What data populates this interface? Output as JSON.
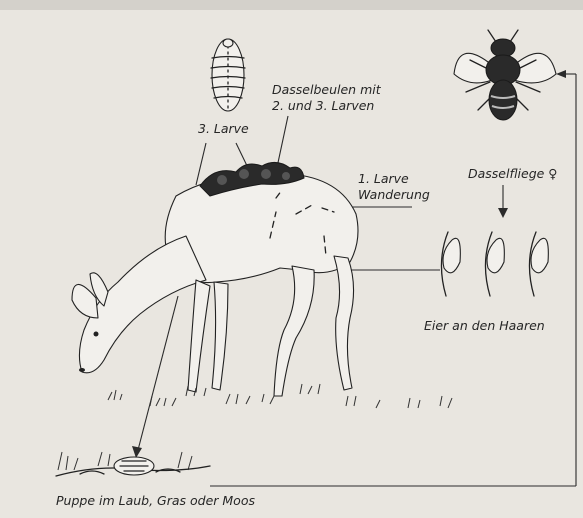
{
  "labels": {
    "larva3": "3. Larve",
    "warbles_line1": "Dasselbeulen mit",
    "warbles_line2": "2. und 3. Larven",
    "larva1_line1": "1. Larve",
    "larva1_line2": "Wanderung",
    "fly": "Dasselfliege ♀",
    "eggs": "Eier an den Haaren",
    "pupa": "Puppe im Laub, Gras oder Moos"
  }
}
